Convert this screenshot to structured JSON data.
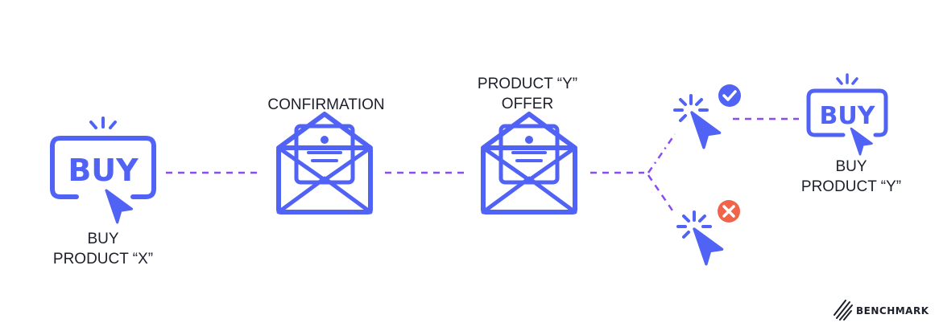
{
  "steps": {
    "buy_x": {
      "button_text": "BUY",
      "label_line1": "BUY",
      "label_line2": "PRODUCT “X”"
    },
    "confirmation": {
      "label": "CONFIRMATION"
    },
    "offer": {
      "label_line1": "PRODUCT “Y”",
      "label_line2": "OFFER"
    },
    "accept": {
      "icon": "check-icon"
    },
    "reject": {
      "icon": "x-icon"
    },
    "buy_y": {
      "button_text": "BUY",
      "label_line1": "BUY",
      "label_line2": "PRODUCT “Y”"
    }
  },
  "brand": {
    "name": "BENCHMARK"
  },
  "colors": {
    "icon": "#5163f5",
    "connector": "#8a4cf0",
    "success": "#5163f5",
    "error": "#f2644a",
    "text": "#1d1f2b"
  }
}
